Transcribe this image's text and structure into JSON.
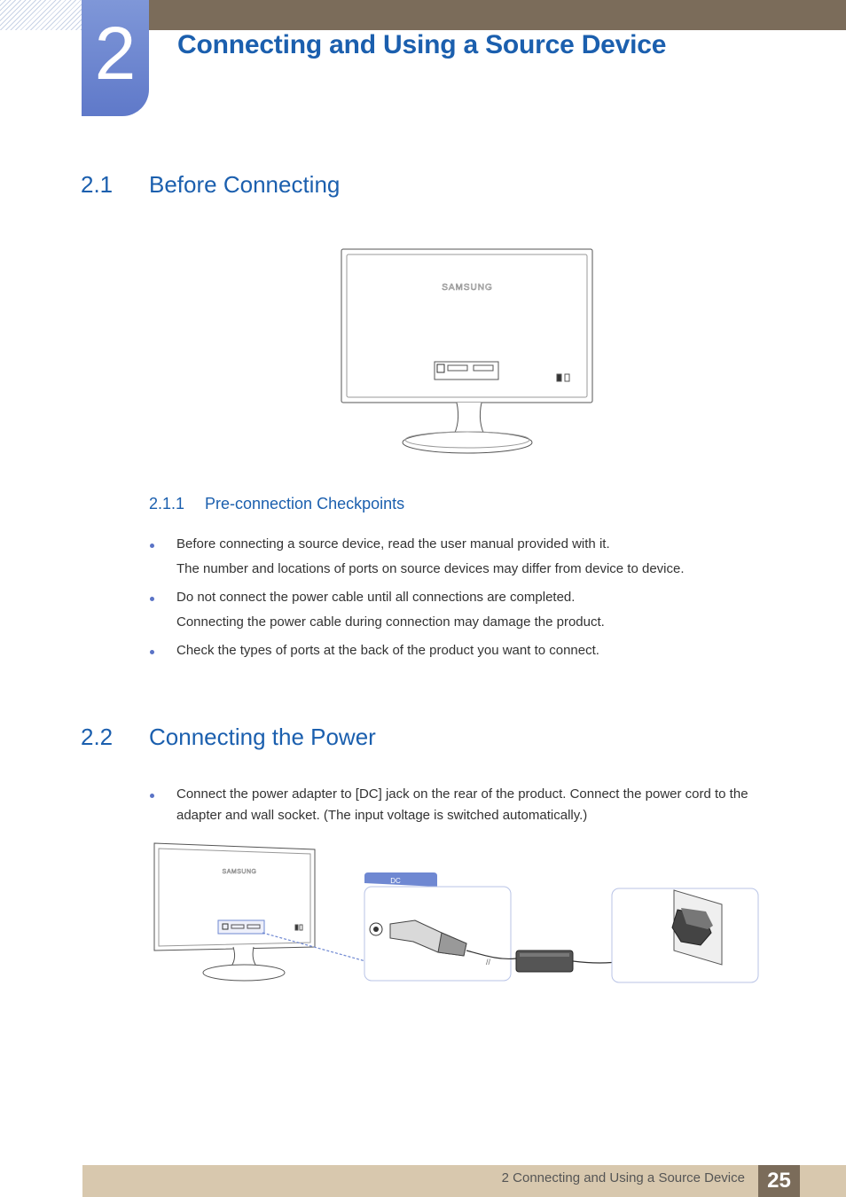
{
  "chapter": {
    "number": "2",
    "title": "Connecting and Using a Source Device"
  },
  "section_1": {
    "number": "2.1",
    "title": "Before Connecting",
    "figure": {
      "logo_text": "SAMSUNG"
    },
    "subsection": {
      "number": "2.1.1",
      "title": "Pre-connection Checkpoints",
      "items": [
        {
          "text": "Before connecting a source device, read the user manual provided with it.",
          "note": "The number and locations of ports on source devices may differ from device to device."
        },
        {
          "text": "Do not connect the power cable until all connections are completed.",
          "note": "Connecting the power cable during connection may damage the product."
        },
        {
          "text": "Check the types of ports at the back of the product you want to connect."
        }
      ]
    }
  },
  "section_2": {
    "number": "2.2",
    "title": "Connecting the Power",
    "items": [
      {
        "text": "Connect the power adapter to [DC] jack on the rear of the product. Connect the power cord to the adapter and wall socket. (The input voltage is switched automatically.)"
      }
    ],
    "figure": {
      "logo_text": "SAMSUNG",
      "port_label": "DC"
    }
  },
  "footer": {
    "text": "2 Connecting and Using a Source Device",
    "page_number": "25"
  },
  "colors": {
    "heading_blue": "#1b5fae",
    "chapter_tab": "#6f88d2",
    "top_bar": "#7b6c5a",
    "footer_bar": "#d8c8ae"
  }
}
